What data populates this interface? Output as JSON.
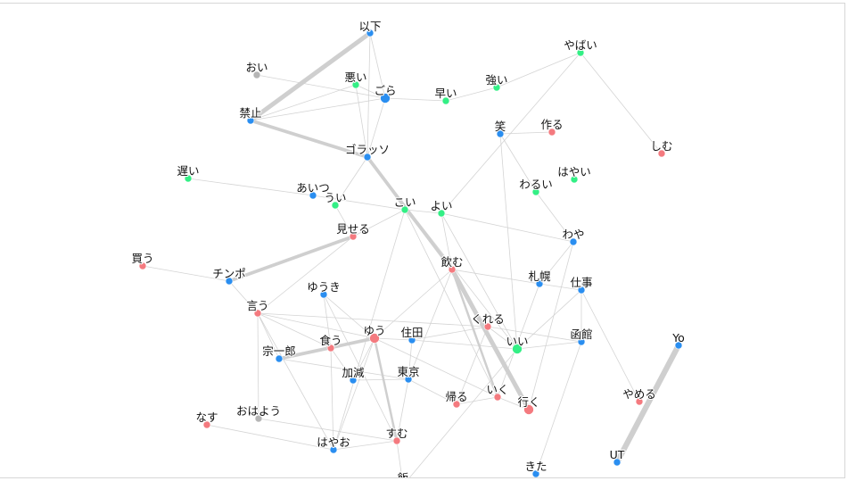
{
  "colors": {
    "verb": "#f47a7f",
    "noun": "#2a8ef0",
    "adjective": "#33ef85",
    "other": "#b5b5b5",
    "edge": "#cfcfcf"
  },
  "nodes": [
    {
      "id": "以下",
      "group": "noun"
    },
    {
      "id": "おい",
      "group": "other"
    },
    {
      "id": "悪い",
      "group": "adjective"
    },
    {
      "id": "ごら",
      "group": "noun",
      "big": true
    },
    {
      "id": "禁止",
      "group": "noun"
    },
    {
      "id": "早い",
      "group": "adjective"
    },
    {
      "id": "強い",
      "group": "adjective"
    },
    {
      "id": "やばい",
      "group": "adjective"
    },
    {
      "id": "笑",
      "group": "noun"
    },
    {
      "id": "作る",
      "group": "verb"
    },
    {
      "id": "ゴラッソ",
      "group": "noun"
    },
    {
      "id": "しむ",
      "group": "verb"
    },
    {
      "id": "遅い",
      "group": "adjective"
    },
    {
      "id": "はやい",
      "group": "adjective"
    },
    {
      "id": "あいつ",
      "group": "noun"
    },
    {
      "id": "うい",
      "group": "adjective"
    },
    {
      "id": "わるい",
      "group": "adjective"
    },
    {
      "id": "こい",
      "group": "adjective"
    },
    {
      "id": "よい",
      "group": "adjective"
    },
    {
      "id": "見せる",
      "group": "verb"
    },
    {
      "id": "わや",
      "group": "noun"
    },
    {
      "id": "買う",
      "group": "verb"
    },
    {
      "id": "飲む",
      "group": "verb"
    },
    {
      "id": "チンポ",
      "group": "noun"
    },
    {
      "id": "札幌",
      "group": "noun"
    },
    {
      "id": "仕事",
      "group": "noun"
    },
    {
      "id": "ゆうき",
      "group": "noun"
    },
    {
      "id": "言う",
      "group": "verb"
    },
    {
      "id": "くれる",
      "group": "verb"
    },
    {
      "id": "ゆう",
      "group": "verb",
      "big": true
    },
    {
      "id": "住田",
      "group": "noun"
    },
    {
      "id": "食う",
      "group": "verb"
    },
    {
      "id": "いい",
      "group": "adjective",
      "big": true
    },
    {
      "id": "函館",
      "group": "noun"
    },
    {
      "id": "Yo",
      "group": "noun"
    },
    {
      "id": "宗一郎",
      "group": "noun"
    },
    {
      "id": "加減",
      "group": "noun"
    },
    {
      "id": "東京",
      "group": "noun"
    },
    {
      "id": "いく",
      "group": "verb"
    },
    {
      "id": "帰る",
      "group": "verb"
    },
    {
      "id": "行く",
      "group": "verb",
      "big": true
    },
    {
      "id": "やめる",
      "group": "verb"
    },
    {
      "id": "なす",
      "group": "verb"
    },
    {
      "id": "おはよう",
      "group": "other"
    },
    {
      "id": "すむ",
      "group": "verb"
    },
    {
      "id": "はやお",
      "group": "noun"
    },
    {
      "id": "UT",
      "group": "noun"
    },
    {
      "id": "きた",
      "group": "noun"
    },
    {
      "id": "飯",
      "group": "noun"
    }
  ],
  "links": [
    {
      "s": "以下",
      "t": "禁止",
      "w": 4
    },
    {
      "s": "禁止",
      "t": "ゴラッソ",
      "w": 3
    },
    {
      "s": "ゴラッソ",
      "t": "飲む",
      "w": 3
    },
    {
      "s": "飲む",
      "t": "行く",
      "w": 4
    },
    {
      "s": "飲む",
      "t": "いく",
      "w": 2
    },
    {
      "s": "チンポ",
      "t": "見せる",
      "w": 3
    },
    {
      "s": "宗一郎",
      "t": "ゆう",
      "w": 3
    },
    {
      "s": "ゆう",
      "t": "すむ",
      "w": 2
    },
    {
      "s": "Yo",
      "t": "UT",
      "w": 5
    },
    {
      "s": "以下",
      "t": "ごら",
      "w": 1
    },
    {
      "s": "おい",
      "t": "ごら",
      "w": 1
    },
    {
      "s": "悪い",
      "t": "ごら",
      "w": 1
    },
    {
      "s": "禁止",
      "t": "ごら",
      "w": 1
    },
    {
      "s": "禁止",
      "t": "悪い",
      "w": 1
    },
    {
      "s": "ごら",
      "t": "ゴラッソ",
      "w": 1
    },
    {
      "s": "ごら",
      "t": "早い",
      "w": 1
    },
    {
      "s": "以下",
      "t": "ゴラッソ",
      "w": 1
    },
    {
      "s": "悪い",
      "t": "ゴラッソ",
      "w": 1
    },
    {
      "s": "ゴラッソ",
      "t": "こい",
      "w": 1
    },
    {
      "s": "ゴラッソ",
      "t": "うい",
      "w": 1
    },
    {
      "s": "遅い",
      "t": "あいつ",
      "w": 1
    },
    {
      "s": "あいつ",
      "t": "こい",
      "w": 1
    },
    {
      "s": "うい",
      "t": "見せる",
      "w": 1
    },
    {
      "s": "こい",
      "t": "よい",
      "w": 1
    },
    {
      "s": "よい",
      "t": "やばい",
      "w": 1
    },
    {
      "s": "早い",
      "t": "強い",
      "w": 1
    },
    {
      "s": "強い",
      "t": "やばい",
      "w": 1
    },
    {
      "s": "笑",
      "t": "わるい",
      "w": 1
    },
    {
      "s": "わるい",
      "t": "わや",
      "w": 1
    },
    {
      "s": "笑",
      "t": "いい",
      "w": 1
    },
    {
      "s": "よい",
      "t": "わや",
      "w": 1
    },
    {
      "s": "よい",
      "t": "飲む",
      "w": 1
    },
    {
      "s": "こい",
      "t": "飲む",
      "w": 1
    },
    {
      "s": "飲む",
      "t": "札幌",
      "w": 1
    },
    {
      "s": "札幌",
      "t": "仕事",
      "w": 1
    },
    {
      "s": "わや",
      "t": "札幌",
      "w": 1
    },
    {
      "s": "買う",
      "t": "チンポ",
      "w": 1
    },
    {
      "s": "見せる",
      "t": "言う",
      "w": 1
    },
    {
      "s": "言う",
      "t": "ゆう",
      "w": 1
    },
    {
      "s": "言う",
      "t": "宗一郎",
      "w": 1
    },
    {
      "s": "言う",
      "t": "おはよう",
      "w": 1
    },
    {
      "s": "言う",
      "t": "くれる",
      "w": 1
    },
    {
      "s": "ゆうき",
      "t": "食う",
      "w": 1
    },
    {
      "s": "ゆうき",
      "t": "ゆう",
      "w": 1
    },
    {
      "s": "ゆう",
      "t": "住田",
      "w": 1
    },
    {
      "s": "住田",
      "t": "くれる",
      "w": 1
    },
    {
      "s": "住田",
      "t": "東京",
      "w": 1
    },
    {
      "s": "住田",
      "t": "いい",
      "w": 1
    },
    {
      "s": "ゆう",
      "t": "いく",
      "w": 1
    },
    {
      "s": "ゆう",
      "t": "加減",
      "w": 1
    },
    {
      "s": "食う",
      "t": "はやお",
      "w": 1
    },
    {
      "s": "食う",
      "t": "加減",
      "w": 1
    },
    {
      "s": "加減",
      "t": "東京",
      "w": 1
    },
    {
      "s": "東京",
      "t": "帰る",
      "w": 1
    },
    {
      "s": "東京",
      "t": "すむ",
      "w": 1
    },
    {
      "s": "くれる",
      "t": "いい",
      "w": 1
    },
    {
      "s": "くれる",
      "t": "帰る",
      "w": 1
    },
    {
      "s": "いく",
      "t": "行く",
      "w": 1
    },
    {
      "s": "帰る",
      "t": "いく",
      "w": 1
    },
    {
      "s": "函館",
      "t": "いい",
      "w": 1
    },
    {
      "s": "函館",
      "t": "仕事",
      "w": 1
    },
    {
      "s": "仕事",
      "t": "やめる",
      "w": 1
    },
    {
      "s": "仕事",
      "t": "いい",
      "w": 1
    },
    {
      "s": "函館",
      "t": "きた",
      "w": 1
    },
    {
      "s": "なす",
      "t": "はやお",
      "w": 1
    },
    {
      "s": "はやお",
      "t": "すむ",
      "w": 1
    },
    {
      "s": "はやお",
      "t": "ゆう",
      "w": 1
    },
    {
      "s": "すむ",
      "t": "飯",
      "w": 1
    },
    {
      "s": "飯",
      "t": "いい",
      "w": 1
    },
    {
      "s": "こい",
      "t": "いく",
      "w": 1
    },
    {
      "s": "こい",
      "t": "はやお",
      "w": 1
    },
    {
      "s": "よい",
      "t": "いい",
      "w": 1
    },
    {
      "s": "作る",
      "t": "笑",
      "w": 1
    },
    {
      "s": "わや",
      "t": "行く",
      "w": 1
    },
    {
      "s": "札幌",
      "t": "いく",
      "w": 1
    },
    {
      "s": "言う",
      "t": "食う",
      "w": 1
    },
    {
      "s": "チンポ",
      "t": "言う",
      "w": 1
    },
    {
      "s": "宗一郎",
      "t": "東京",
      "w": 1
    },
    {
      "s": "おはよう",
      "t": "すむ",
      "w": 1
    },
    {
      "s": "言う",
      "t": "はやお",
      "w": 1
    },
    {
      "s": "ゆうき",
      "t": "すむ",
      "w": 1
    },
    {
      "s": "くれる",
      "t": "函館",
      "w": 1
    },
    {
      "s": "飲む",
      "t": "東京",
      "w": 1
    },
    {
      "s": "ゆう",
      "t": "飲む",
      "w": 1
    },
    {
      "s": "しむ",
      "t": "やばい",
      "w": 1
    },
    {
      "s": "見せる",
      "t": "こい",
      "w": 1
    },
    {
      "s": "ゴラッソ",
      "t": "いい",
      "w": 1
    }
  ]
}
